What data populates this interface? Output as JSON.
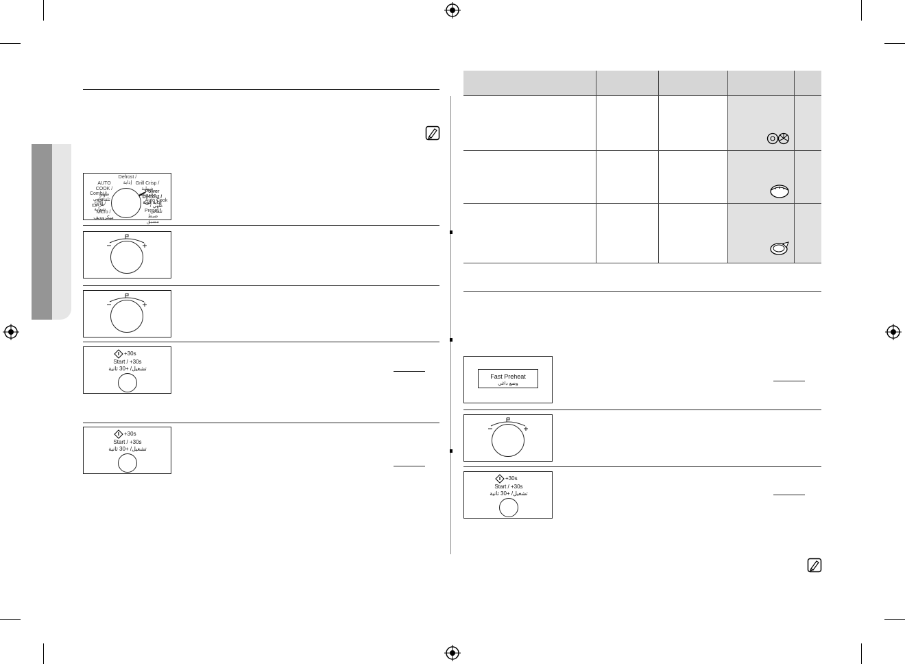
{
  "panel_labels": {
    "start_icon_text": "+30s",
    "start_en": "Start / +30s",
    "start_en_alt": "Start / +30s",
    "start_ar": "تشغيل/ +30 ثانية",
    "fast_preheat_en": "Fast Preheat",
    "fast_preheat_ar": "وضع داغي"
  },
  "dial_labels": {
    "top": "Defrost / إذابة",
    "upper_left": "AUTO COOK / طهي تلقائي",
    "upper_right": "Grill Crisp / شواية مقرمشة",
    "right_bold": "Power Defrost / إذابة قوية",
    "right_mid": "Auto Cook / طهي تلقائي",
    "left_mid": "Combi / طهي مزدوج",
    "lower_left": "Grill / شواية",
    "lower_right": "Preset / ضبط مسبق",
    "bottom_left": "Micro / ميكروويف"
  },
  "colors": {
    "side_tab_dark": "#959595",
    "side_tab_light": "#e6e6e6",
    "table_header": "#d6d6d6",
    "table_shade": "#e1e1e1"
  }
}
